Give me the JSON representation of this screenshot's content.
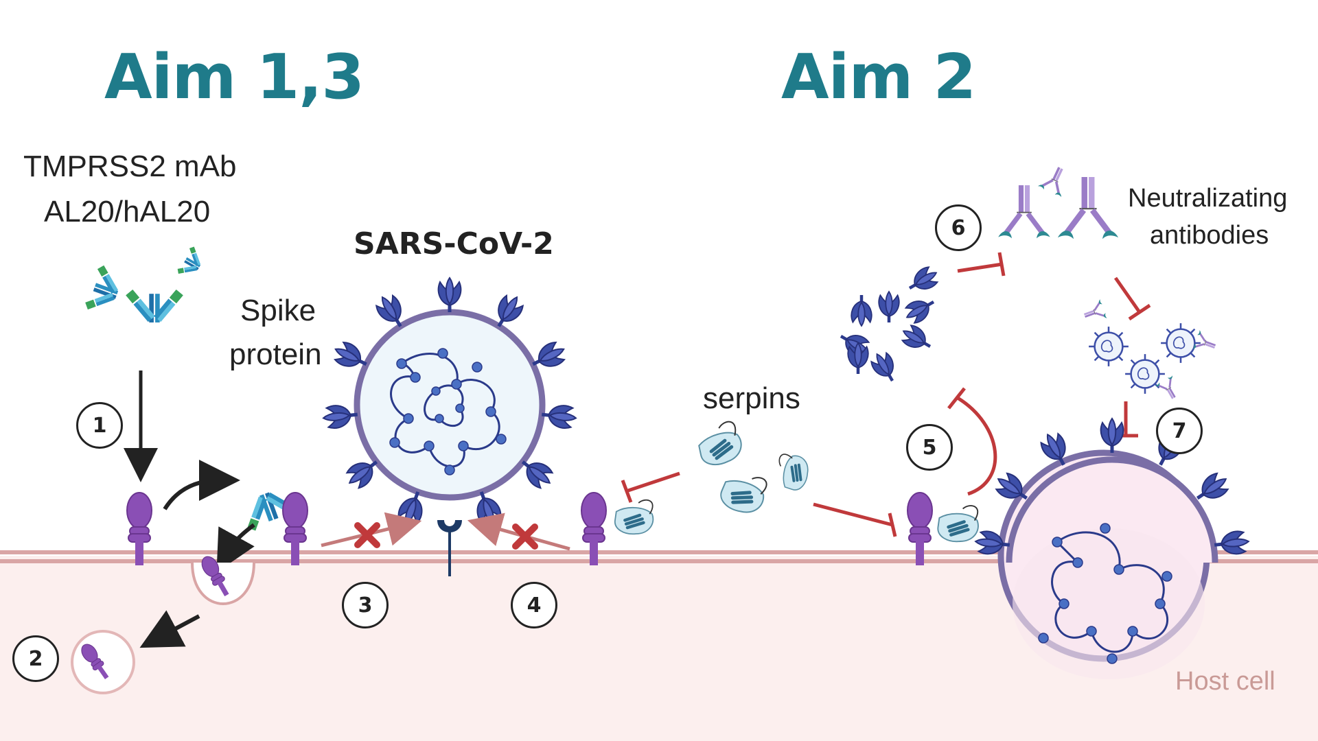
{
  "headings": {
    "aim_left": "Aim 1,3",
    "aim_right": "Aim 2"
  },
  "labels": {
    "tmprss2_line1": "TMPRSS2 mAb",
    "tmprss2_line2": "AL20/hAL20",
    "spike_line1": "Spike",
    "spike_line2": "protein",
    "virus": "SARS-CoV-2",
    "serpins": "serpins",
    "nab_line1": "Neutralizating",
    "nab_line2": "antibodies",
    "host_cell": "Host cell"
  },
  "steps": [
    "1",
    "2",
    "3",
    "4",
    "5",
    "6",
    "7"
  ],
  "colors": {
    "heading": "#1f7b8a",
    "membrane": "#d9a5a5",
    "cytoplasm": "#fcefee",
    "receptor": "#8a4fb5",
    "spike": "#3d4fa8",
    "inhibition": "#c0393b",
    "antibody_blue": "#2a8fc0",
    "antibody_green": "#3aa35a",
    "nab_purple": "#9a7cc7",
    "nab_teal": "#2d8a92"
  },
  "icons": [
    "antibody-icon",
    "receptor-icon",
    "spike-icon",
    "virus-icon",
    "serpin-icon",
    "inhibition-arrow-icon",
    "cross-icon",
    "vesicle-icon"
  ]
}
